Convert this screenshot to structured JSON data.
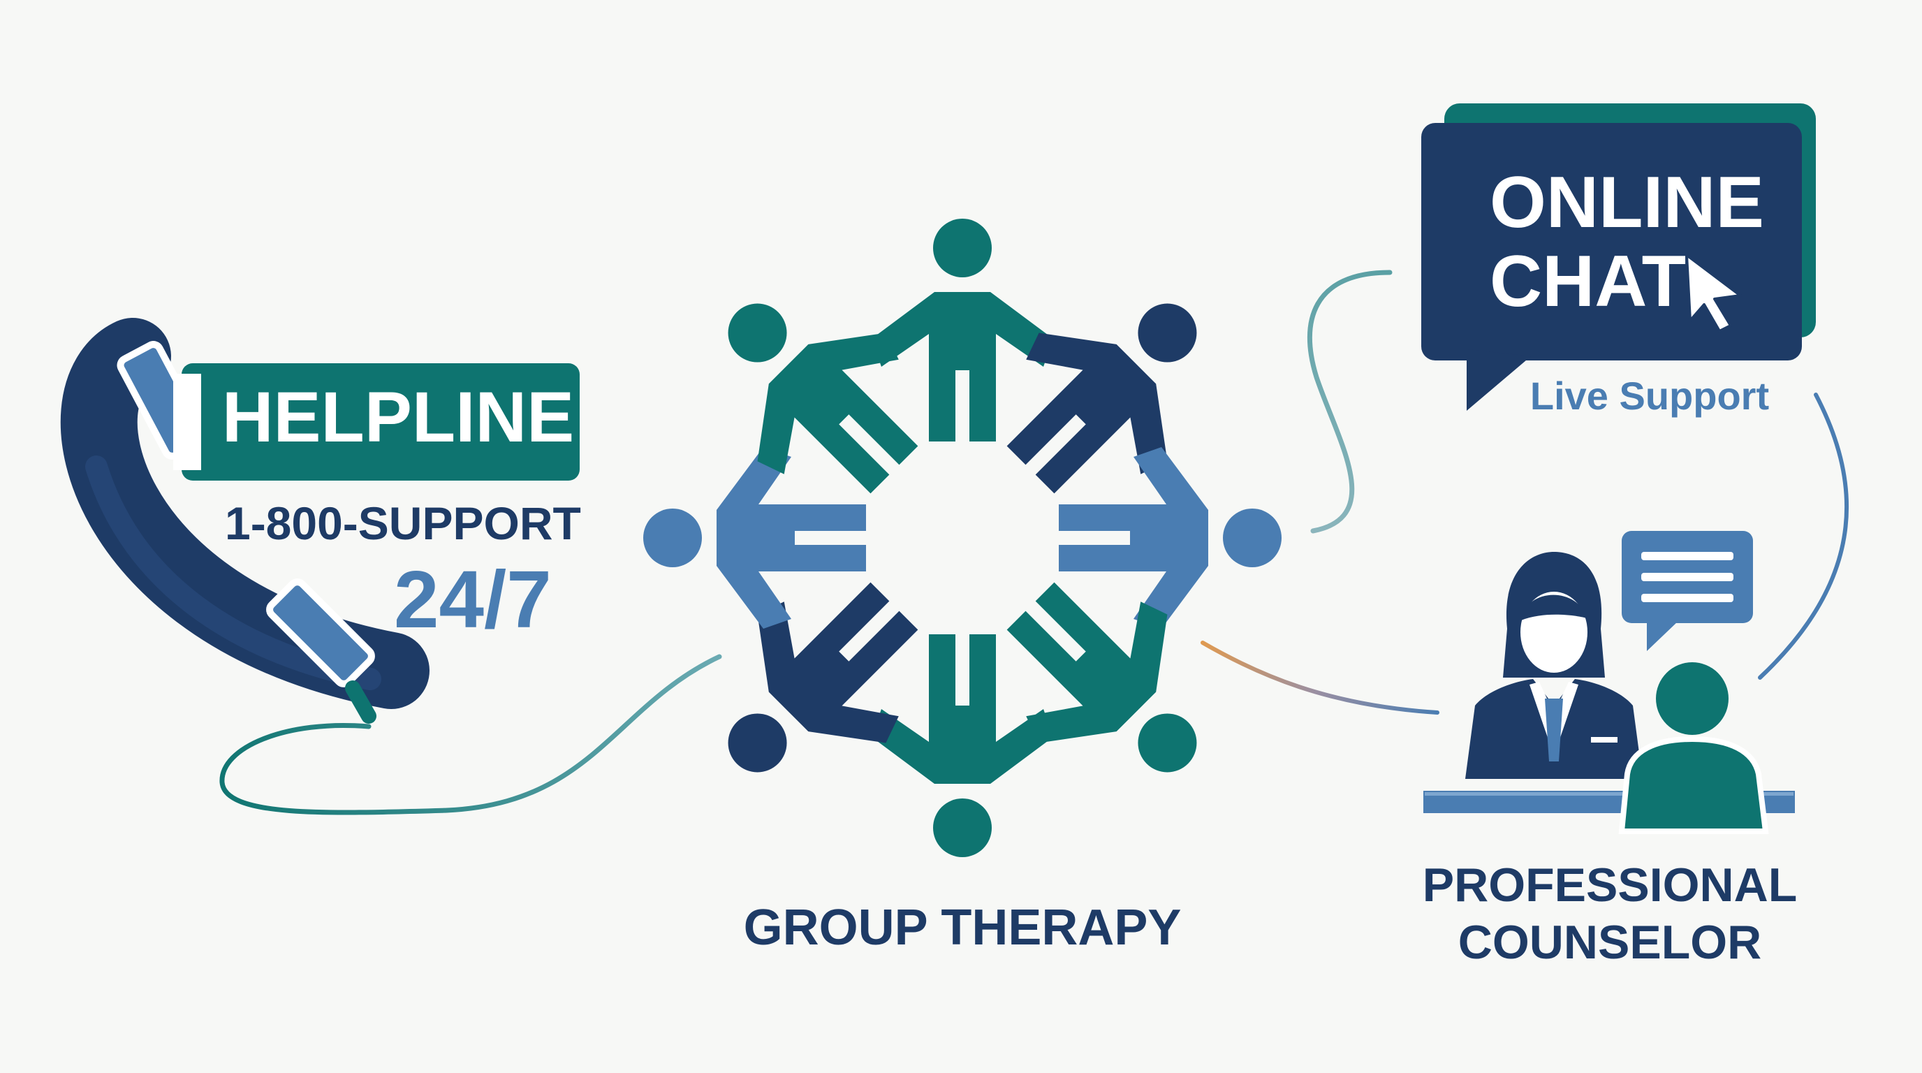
{
  "helpline": {
    "title": "HELPLINE",
    "number": "1-800-SUPPORT",
    "hours": "24/7"
  },
  "group": {
    "label": "GROUP THERAPY"
  },
  "chat": {
    "line1": "ONLINE",
    "line2": "CHAT",
    "caption": "Live Support"
  },
  "counselor": {
    "line1": "PROFESSIONAL",
    "line2": "COUNSELOR"
  },
  "colors": {
    "navy": "#1e3b66",
    "teal": "#0e7470",
    "blue": "#4a7db2",
    "orange": "#e09a50",
    "background": "#f7f8f6"
  }
}
